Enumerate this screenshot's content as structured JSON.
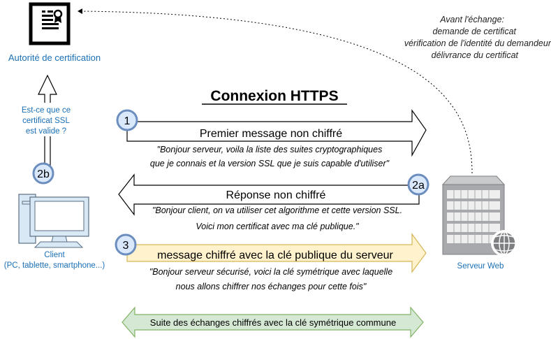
{
  "title": "Connexion HTTPS",
  "ca": {
    "label": "Autorité de certification"
  },
  "pre_exchange": {
    "lines": [
      "Avant l'échange:",
      "demande de certificat",
      "vérification de l'identité du demandeur",
      "délivrance du certificat"
    ]
  },
  "validity_check": {
    "lines": [
      "Est-ce que ce",
      "certificat SSL",
      "est valide ?"
    ],
    "badge": "2b"
  },
  "client": {
    "label": "Client",
    "sublabel": "(PC, tablette, smartphone...)"
  },
  "server": {
    "label": "Serveur Web"
  },
  "steps": [
    {
      "badge": "1",
      "arrow_label": "Premier message non chiffré",
      "quote": [
        "\"Bonjour serveur, voila la liste des suites cryptographiques",
        "que je connais et la version SSL que je suis capable d'utiliser\""
      ]
    },
    {
      "badge": "2a",
      "arrow_label": "Réponse non chiffré",
      "quote": [
        "\"Bonjour client, on va utiliser cet algorithme et cette version SSL.",
        "Voici mon certificat avec ma clé publique.\""
      ]
    },
    {
      "badge": "3",
      "arrow_label": "message chiffré avec la clé publique du serveur",
      "quote": [
        "\"Bonjour serveur sécurisé, voici la clé symétrique avec laquelle",
        "nous allons chiffrer nos échanges pour cette fois\""
      ]
    }
  ],
  "final": {
    "label": "Suite des échanges chiffrés avec la clé symétrique commune"
  },
  "colors": {
    "label_blue": "#1a6fb5",
    "badge_fill": "#dae8fc",
    "badge_stroke": "#6c8ebf",
    "step3_fill": "#fff2cc",
    "step3_stroke": "#d6b656",
    "final_fill": "#d5e8d4",
    "final_stroke": "#82b366",
    "device_fill": "#d9e8f5",
    "server_gray": "#a7a9ac"
  }
}
